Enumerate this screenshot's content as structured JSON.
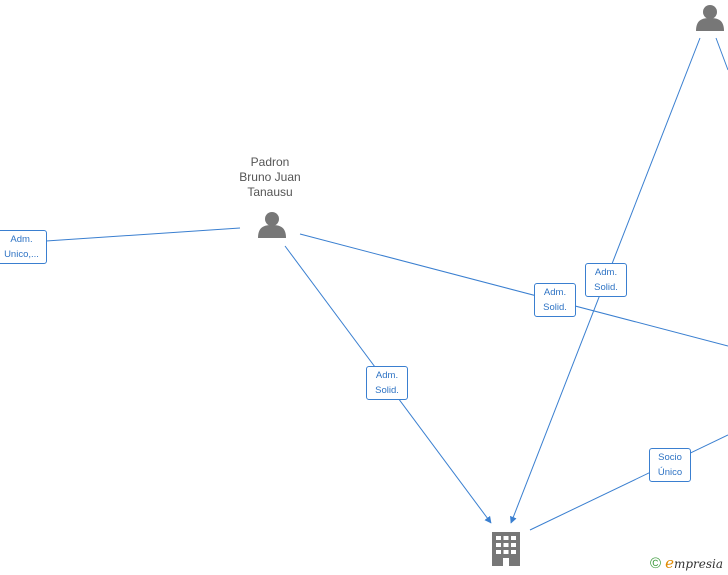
{
  "nodes": {
    "padron": {
      "label_lines": [
        "Padron",
        "Bruno Juan",
        "Tanausu"
      ]
    }
  },
  "edge_labels": {
    "left": [
      "Adm.",
      "Unico,..."
    ],
    "padron_to_company": [
      "Adm.",
      "Solid."
    ],
    "padron_to_right": [
      "Adm.",
      "Solid."
    ],
    "top_person_to_company": [
      "Adm.",
      "Solid."
    ],
    "right_to_company": [
      "Socio",
      "Único"
    ]
  },
  "branding": {
    "copyright": "©",
    "brand_e": "e",
    "brand_rest": "mpresia"
  },
  "colors": {
    "edge": "#3a7fd0",
    "node": "#777777"
  }
}
